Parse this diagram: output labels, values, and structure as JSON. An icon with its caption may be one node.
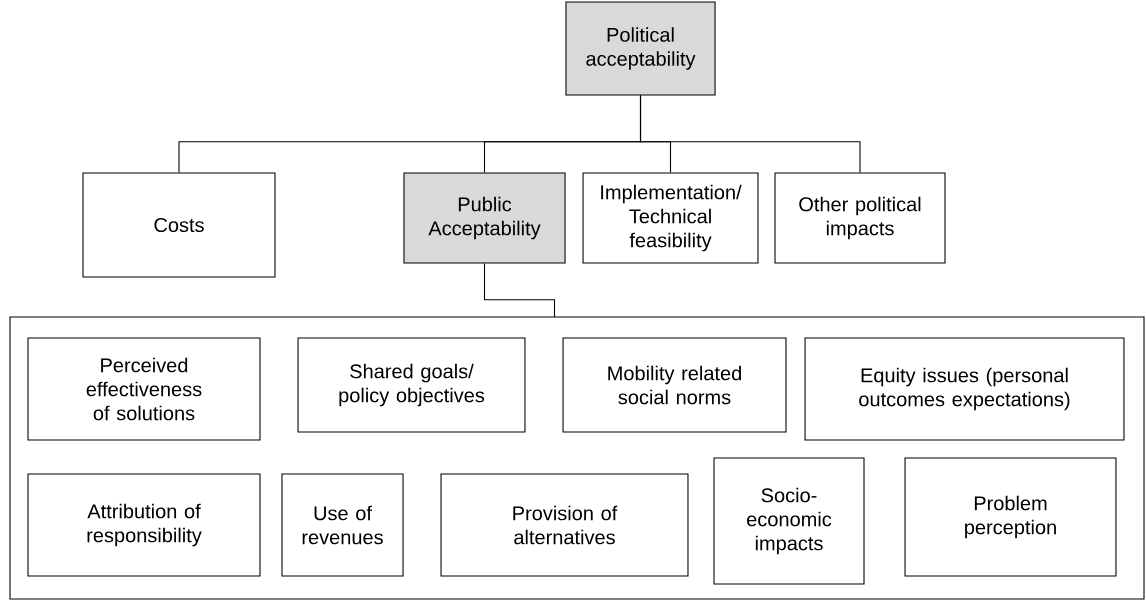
{
  "diagram": {
    "nodes": [
      {
        "text": [
          "Political acceptability"
        ]
      },
      {
        "text": [
          "Costs"
        ]
      },
      {
        "text": [
          "Public Acceptability"
        ]
      },
      {
        "text": [
          "Implementation/ Technical feasibility"
        ]
      },
      {
        "text": [
          "Other political impacts"
        ]
      },
      {
        "text": [],
        "shape": "box"
      },
      {
        "text": [
          "Perceived effectiveness of solutions"
        ],
        "in": 5
      },
      {
        "text": [
          "Shared goals/ policy objectives"
        ],
        "in": 5
      },
      {
        "text": [
          "Mobility related social norms"
        ],
        "in": 5
      },
      {
        "text": [
          "Equity issues (personal outcomes expectations)"
        ],
        "in": 5
      },
      {
        "text": [
          "Attribution of responsibility"
        ],
        "in": 5
      },
      {
        "text": [
          "Use of revenues"
        ],
        "in": 5
      },
      {
        "text": [
          "Provision of alternatives"
        ],
        "in": 5
      },
      {
        "text": [
          "Socio-economic impacts"
        ],
        "in": 5
      },
      {
        "text": [
          "Problem perception"
        ],
        "in": 5
      }
    ],
    "edges": [
      {
        "from": 0,
        "to": 1,
        "arrow": "none"
      },
      {
        "from": 0,
        "to": 2,
        "arrow": "none"
      },
      {
        "from": 0,
        "to": 3,
        "arrow": "none"
      },
      {
        "from": 0,
        "to": 4,
        "arrow": "none"
      },
      {
        "from": 2,
        "to": 5,
        "arrow": "none"
      }
    ]
  }
}
